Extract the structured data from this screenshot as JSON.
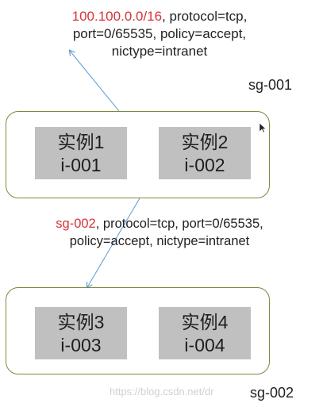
{
  "rules": {
    "top": {
      "source": "100.100.0.0/16",
      "line1_rest": ", protocol=tcp,",
      "line2": "port=0/65535, policy=accept,",
      "line3": "nictype=intranet"
    },
    "middle": {
      "source": "sg-002",
      "line1_rest": ", protocol=tcp, port=0/65535,",
      "line2": "policy=accept, nictype=intranet"
    }
  },
  "groups": [
    {
      "label": "sg-001",
      "instances": [
        {
          "name": "实例1",
          "id": "i-001"
        },
        {
          "name": "实例2",
          "id": "i-002"
        }
      ]
    },
    {
      "label": "sg-002",
      "instances": [
        {
          "name": "实例3",
          "id": "i-003"
        },
        {
          "name": "实例4",
          "id": "i-004"
        }
      ]
    }
  ],
  "watermark": "https://blog.csdn.net/dr",
  "colors": {
    "highlight": "#d6343a",
    "group_border": "#7a8a3a",
    "instance_fill": "#c0c0c0",
    "arrow": "#5b9bd5"
  },
  "icons": {
    "cursor": "mouse-pointer-icon"
  }
}
